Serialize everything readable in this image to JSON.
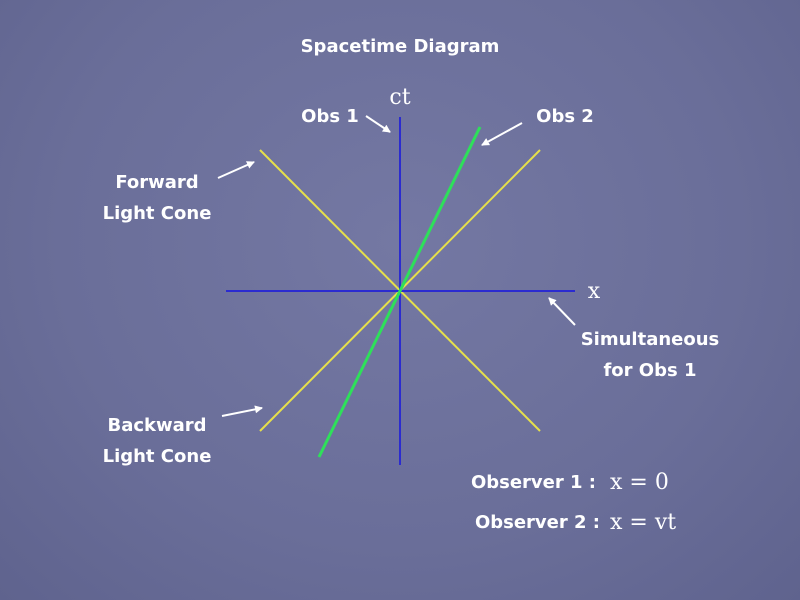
{
  "title": "Spacetime Diagram",
  "axes": {
    "time_label": "ct",
    "space_label": "x"
  },
  "labels": {
    "obs1": "Obs 1",
    "obs2": "Obs 2",
    "forward_line1": "Forward",
    "forward_line2": "Light Cone",
    "backward_line1": "Backward",
    "backward_line2": "Light Cone",
    "simul_line1": "Simultaneous",
    "simul_line2": "for Obs 1"
  },
  "equations": [
    {
      "label": "Observer 1 :",
      "formula": "x = 0"
    },
    {
      "label": "Observer 2 :",
      "formula": "x = vt"
    }
  ],
  "colors": {
    "axes": "#2b2bd0",
    "light_cone": "#e6e04a",
    "observer2": "#2ee05a",
    "arrows": "#ffffff"
  }
}
